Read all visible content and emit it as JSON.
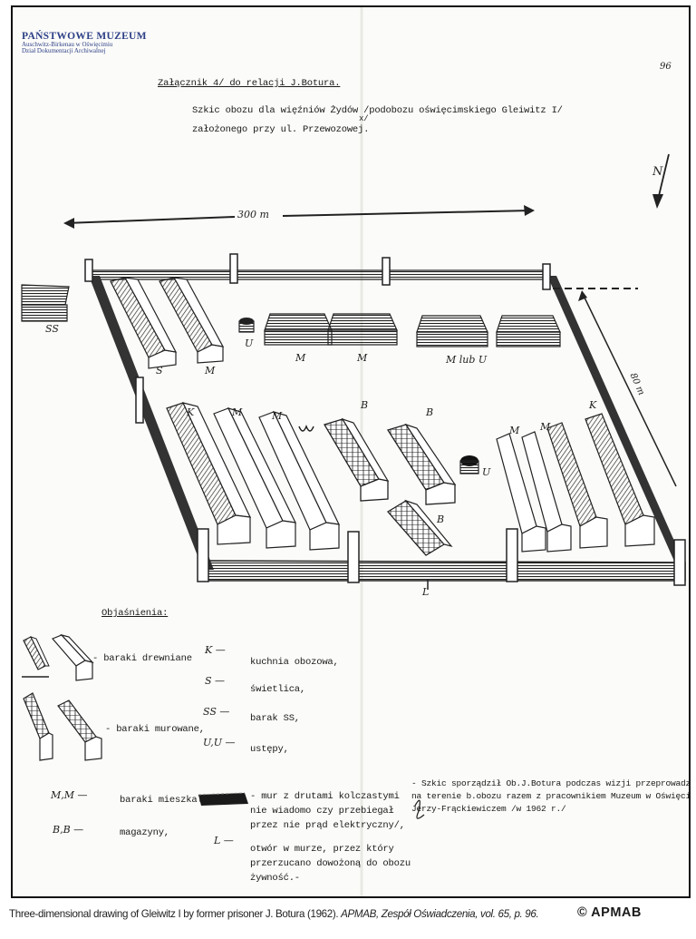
{
  "stamp": {
    "line1": "PAŃSTWOWE MUZEUM",
    "line2": "Auschwitz-Birkenau w Oświęcimiu",
    "line3": "Dział Dokumentacji Archiwalnej"
  },
  "page_number": "96",
  "header": {
    "attachment": "Załącznik 4/ do relacji J.Botura.",
    "title_line1": "Szkic obozu dla więźniów Żydów /podobozu oświęcimskiego Gleiwitz I/",
    "title_line2": "założonego przy  ul. Przewozowej.",
    "footnote_mark": "x/"
  },
  "plan": {
    "compass_label": "N",
    "width_dimension": "300 m",
    "depth_dimension": "80 m",
    "labels": {
      "ss": "SS",
      "s": "S",
      "m1": "M",
      "u1": "U",
      "m2": "M",
      "m3": "M",
      "m_lub_u": "M lub U",
      "k": "K",
      "m4": "M",
      "m5": "M",
      "b1": "B",
      "b2": "B",
      "u2": "U",
      "b3": "B",
      "m6": "M",
      "m7": "M",
      "l": "L"
    }
  },
  "legend": {
    "heading": "Objaśnienia:",
    "wooden": "- baraki drewniane",
    "brick": "- baraki murowane,",
    "k_key": "K —",
    "k_text": "kuchnia obozowa,",
    "s_key": "S —",
    "s_text": "świetlica,",
    "ss_key": "SS —",
    "ss_text": "barak SS,",
    "u_key": "U,U —",
    "u_text": "ustępy,",
    "m_key": "M,M —",
    "m_text": "baraki mieszkalne",
    "b_key": "B,B —",
    "b_text": "magazyny,",
    "wall_lines": [
      "- mur z drutami kolczastymi",
      "  nie wiadomo czy przebiegał",
      "  przez nie prąd elektryczny/,"
    ],
    "l_key": "L —",
    "opening_lines": [
      "otwór w murze, przez który",
      "przerzucano dowożoną do obozu",
      "żywność.-"
    ]
  },
  "note_lines": [
    "- Szkic sporządził Ob.J.Botura podczas wizji przeprowadzonej",
    "  na terenie b.obozu razem z pracownikiem Muzeum w Oświęcimiu",
    "  Jerzy-Frąckiewiczem /w 1962 r./"
  ],
  "caption": {
    "main": "Three-dimensional drawing of Gleiwitz I by former prisoner J. Botura (1962). ",
    "source": "APMAB, Zespół Oświadczenia, vol. 65, p. 96."
  },
  "copyright": "© APMAB"
}
